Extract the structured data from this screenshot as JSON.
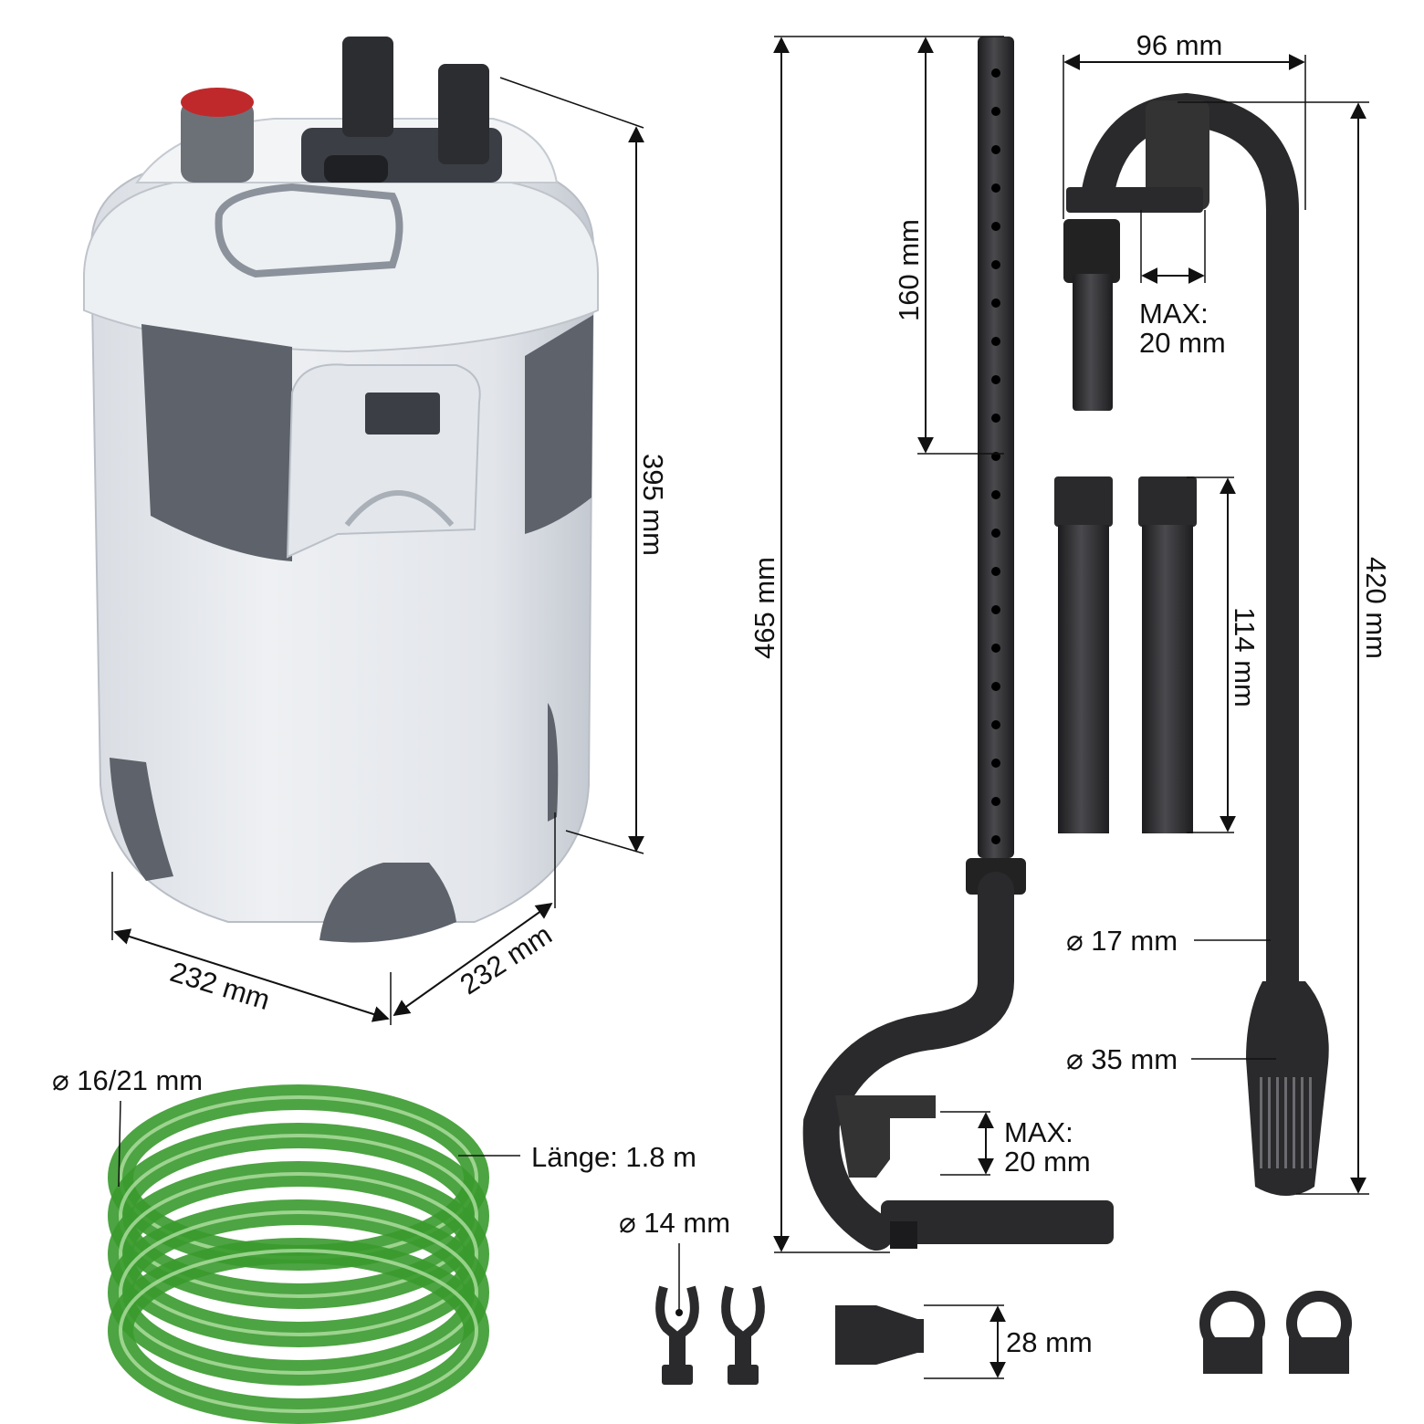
{
  "colors": {
    "background": "#ffffff",
    "filter_body": "#e4e7ec",
    "filter_body_shade": "#c9ced6",
    "filter_dark": "#5d626b",
    "button_red": "#c0292b",
    "accessory_black": "#2a2a2c",
    "hose_green": "#3a9a2e",
    "dimension_line": "#111111"
  },
  "dimensions": {
    "filter_height": "395 mm",
    "filter_width": "232 mm",
    "filter_depth": "232 mm",
    "outlet_pipe_height": "465 mm",
    "outlet_pipe_upper_segment": "160 mm",
    "intake_hook_width": "96 mm",
    "intake_clamp_max_line1": "MAX:",
    "intake_clamp_max_line2": "20 mm",
    "intake_height": "420 mm",
    "extension_tube_length": "114 mm",
    "intake_tube_diameter": "⌀ 17 mm",
    "strainer_diameter": "⌀ 35 mm",
    "outlet_clamp_max_line1": "MAX:",
    "outlet_clamp_max_line2": "20 mm",
    "hose_diameter": "⌀ 16/21 mm",
    "hose_length": "Länge: 1.8 m",
    "suction_clip_diameter": "⌀ 14 mm",
    "nozzle_size": "28 mm"
  },
  "icons": {
    "filter": "canister-filter-icon",
    "outlet_pipe": "spray-bar-pipe-icon",
    "intake": "intake-tube-icon",
    "extension_tubes": "extension-tube-icon",
    "hose": "coiled-hose-icon",
    "clips": "suction-clip-icon",
    "nozzle": "flow-nozzle-icon",
    "hose_clamps": "hose-clamp-icon"
  }
}
